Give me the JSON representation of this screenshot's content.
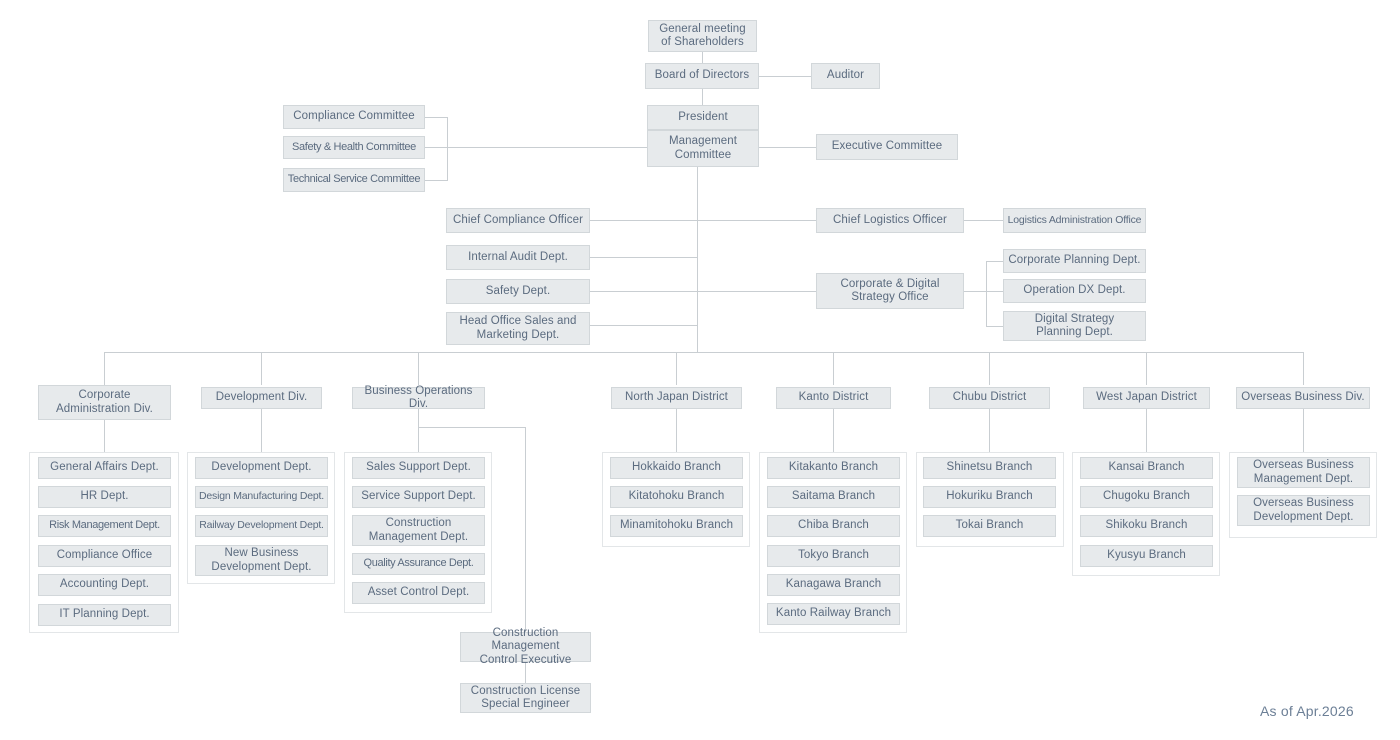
{
  "meta": {
    "as_of": "As of Apr.2026",
    "colors": {
      "box_fill": "#e7eaec",
      "box_border": "#d2d7da",
      "text": "#5b6b7f",
      "line": "#c9ced2",
      "group_border": "#e3e6e8",
      "background": "#ffffff"
    }
  },
  "top": {
    "general_meeting": "General meeting\nof Shareholders",
    "board_of_directors": "Board of  Directors",
    "auditor": "Auditor",
    "president": "President",
    "management_committee": "Management\nCommittee",
    "executive_committee": "Executive Committee"
  },
  "committees": [
    {
      "label": "Compliance Committee"
    },
    {
      "label": "Safety & Health Committee"
    },
    {
      "label": "Technical Service Committee"
    }
  ],
  "officers": [
    {
      "label": "Chief Compliance Officer"
    },
    {
      "label": "Internal Audit Dept."
    },
    {
      "label": "Safety Dept."
    },
    {
      "label": "Head Office Sales and\nMarketing Dept."
    }
  ],
  "logistics": {
    "chief_logistics_officer": "Chief Logistics Officer",
    "logistics_administration_office": "Logistics Administration Office"
  },
  "strategy": {
    "office": "Corporate & Digital\nStrategy Office",
    "departments": [
      {
        "label": "Corporate Planning Dept."
      },
      {
        "label": "Operation DX Dept."
      },
      {
        "label": "Digital Strategy\nPlanning Dept."
      }
    ]
  },
  "divisions": [
    {
      "label": "Corporate\nAdministration Div.",
      "children": [
        {
          "label": "General Affairs Dept."
        },
        {
          "label": "HR Dept."
        },
        {
          "label": "Risk Management Dept."
        },
        {
          "label": "Compliance Office"
        },
        {
          "label": "Accounting Dept."
        },
        {
          "label": "IT Planning Dept."
        }
      ]
    },
    {
      "label": "Development Div.",
      "children": [
        {
          "label": "Development Dept."
        },
        {
          "label": "Design Manufacturing Dept."
        },
        {
          "label": "Railway Development Dept."
        },
        {
          "label": "New Business\nDevelopment Dept."
        }
      ]
    },
    {
      "label": "Business Operations Div.",
      "children": [
        {
          "label": "Sales Support Dept."
        },
        {
          "label": "Service Support Dept."
        },
        {
          "label": "Construction\nManagement Dept."
        },
        {
          "label": "Quality Assurance Dept."
        },
        {
          "label": "Asset Control Dept."
        }
      ]
    },
    {
      "label": "North Japan District",
      "children": [
        {
          "label": "Hokkaido Branch"
        },
        {
          "label": "Kitatohoku Branch"
        },
        {
          "label": "Minamitohoku Branch"
        }
      ]
    },
    {
      "label": "Kanto District",
      "children": [
        {
          "label": "Kitakanto Branch"
        },
        {
          "label": "Saitama Branch"
        },
        {
          "label": "Chiba Branch"
        },
        {
          "label": "Tokyo Branch"
        },
        {
          "label": "Kanagawa Branch"
        },
        {
          "label": "Kanto Railway Branch"
        }
      ]
    },
    {
      "label": "Chubu District",
      "children": [
        {
          "label": "Shinetsu Branch"
        },
        {
          "label": "Hokuriku Branch"
        },
        {
          "label": "Tokai Branch"
        }
      ]
    },
    {
      "label": "West Japan District",
      "children": [
        {
          "label": "Kansai Branch"
        },
        {
          "label": "Chugoku Branch"
        },
        {
          "label": "Shikoku Branch"
        },
        {
          "label": "Kyusyu Branch"
        }
      ]
    },
    {
      "label": "Overseas Business Div.",
      "children": [
        {
          "label": "Overseas Business\nManagement Dept."
        },
        {
          "label": "Overseas Business\nDevelopment Dept."
        }
      ]
    }
  ],
  "construction": {
    "control_executive": "Construction Management\nControl Executive",
    "license_engineer": "Construction License\nSpecial Engineer"
  }
}
